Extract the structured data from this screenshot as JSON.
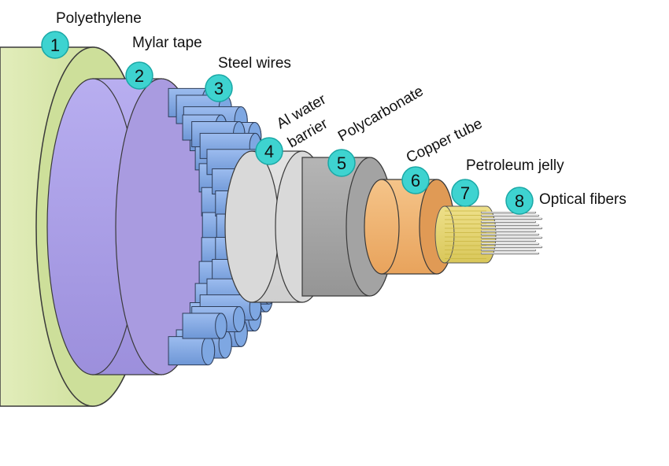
{
  "colors": {
    "badge": "#3ed3d0",
    "polyethylene": "#cddf9a",
    "mylar_tape": "#a99be0",
    "steel_wires": "#7ea7e2",
    "al_water_barrier": "#d9d9d9",
    "polycarbonate": "#a3a3a3",
    "copper_tube": "#f0b070",
    "petroleum_jelly": "#e6d66a",
    "optical_fibers": "#bfbfbf"
  },
  "layers": [
    {
      "number": "1",
      "label": "Polyethylene"
    },
    {
      "number": "2",
      "label": "Mylar tape"
    },
    {
      "number": "3",
      "label": "Steel wires"
    },
    {
      "number": "4",
      "label_line1": "Al water",
      "label_line2": "barrier"
    },
    {
      "number": "5",
      "label": "Polycarbonate"
    },
    {
      "number": "6",
      "label": "Copper tube"
    },
    {
      "number": "7",
      "label": "Petroleum jelly"
    },
    {
      "number": "8",
      "label": "Optical fibers"
    }
  ]
}
